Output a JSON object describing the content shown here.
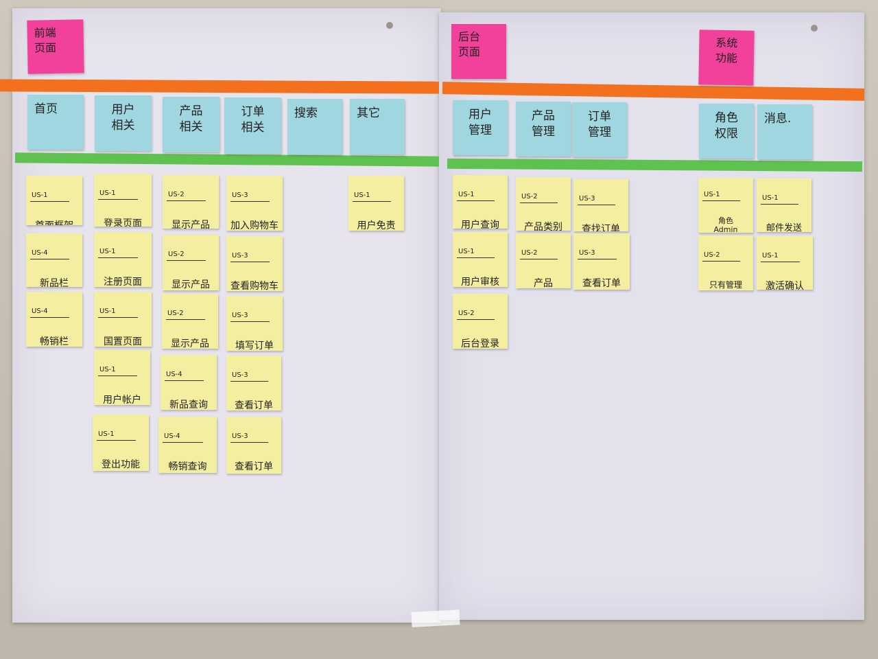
{
  "board": {
    "categories": [
      {
        "label": "前端\n页面"
      },
      {
        "label": "后台\n页面"
      },
      {
        "label": "系统\n功能"
      }
    ],
    "modules": [
      {
        "label": "首页"
      },
      {
        "label": "用户\n相关"
      },
      {
        "label": "产品\n相关"
      },
      {
        "label": "订单\n相关"
      },
      {
        "label": "搜索"
      },
      {
        "label": "其它"
      },
      {
        "label": "用户\n管理"
      },
      {
        "label": "产品\n管理"
      },
      {
        "label": "订单\n管理"
      },
      {
        "label": "角色\n权限"
      },
      {
        "label": "消息."
      }
    ],
    "stories": [
      {
        "tag": "US-1",
        "text": "首面框架"
      },
      {
        "tag": "US-4",
        "text": "新品栏"
      },
      {
        "tag": "US-4",
        "text": "畅销栏"
      },
      {
        "tag": "US-1",
        "text": "登录页面"
      },
      {
        "tag": "US-1",
        "text": "注册页面"
      },
      {
        "tag": "US-1",
        "text": "国置页面"
      },
      {
        "tag": "US-1",
        "text": "用户帐户\n详细信息."
      },
      {
        "tag": "US-1",
        "text": "登出功能"
      },
      {
        "tag": "US-2",
        "text": "显示产品\n类别"
      },
      {
        "tag": "US-2",
        "text": "显示产品\n列表\n=类别"
      },
      {
        "tag": "US-2",
        "text": "显示产品\n详细信息."
      },
      {
        "tag": "US-4",
        "text": "新品查询"
      },
      {
        "tag": "US-4",
        "text": "畅销查询"
      },
      {
        "tag": "US-3",
        "text": "加入购物车"
      },
      {
        "tag": "US-3",
        "text": "查看购物车"
      },
      {
        "tag": "US-3",
        "text": "填写订单"
      },
      {
        "tag": "US-3",
        "text": "查看订单\n详情"
      },
      {
        "tag": "US-3",
        "text": "查看订单\n列表\n查找"
      },
      {
        "tag": "US-1",
        "text": "用户免责\n声明"
      },
      {
        "tag": "US-1",
        "text": "用户查询"
      },
      {
        "tag": "US-1",
        "text": "用户审核"
      },
      {
        "tag": "US-2",
        "text": "后台登录"
      },
      {
        "tag": "US-2",
        "text": "产品类别\nCRUD"
      },
      {
        "tag": "US-2",
        "text": "产品\nCRUD"
      },
      {
        "tag": "US-3",
        "text": "查找订单"
      },
      {
        "tag": "US-3",
        "text": "查看订单\n详情"
      },
      {
        "tag": "US-1",
        "text": "角色\nAdmin\n+\nUser"
      },
      {
        "tag": "US-2",
        "text": "只有管理\n可以进入后台"
      },
      {
        "tag": "US-1",
        "text": "邮件发送\n+内容模板"
      },
      {
        "tag": "US-1",
        "text": "激活确认"
      }
    ]
  },
  "colors": {
    "category_note": "#f1419a",
    "module_note": "#9fd6df",
    "story_note": "#f4eea0",
    "orange_tape": "#f2701e",
    "green_tape": "#5fc14f",
    "paper": "#e7e4ee"
  }
}
